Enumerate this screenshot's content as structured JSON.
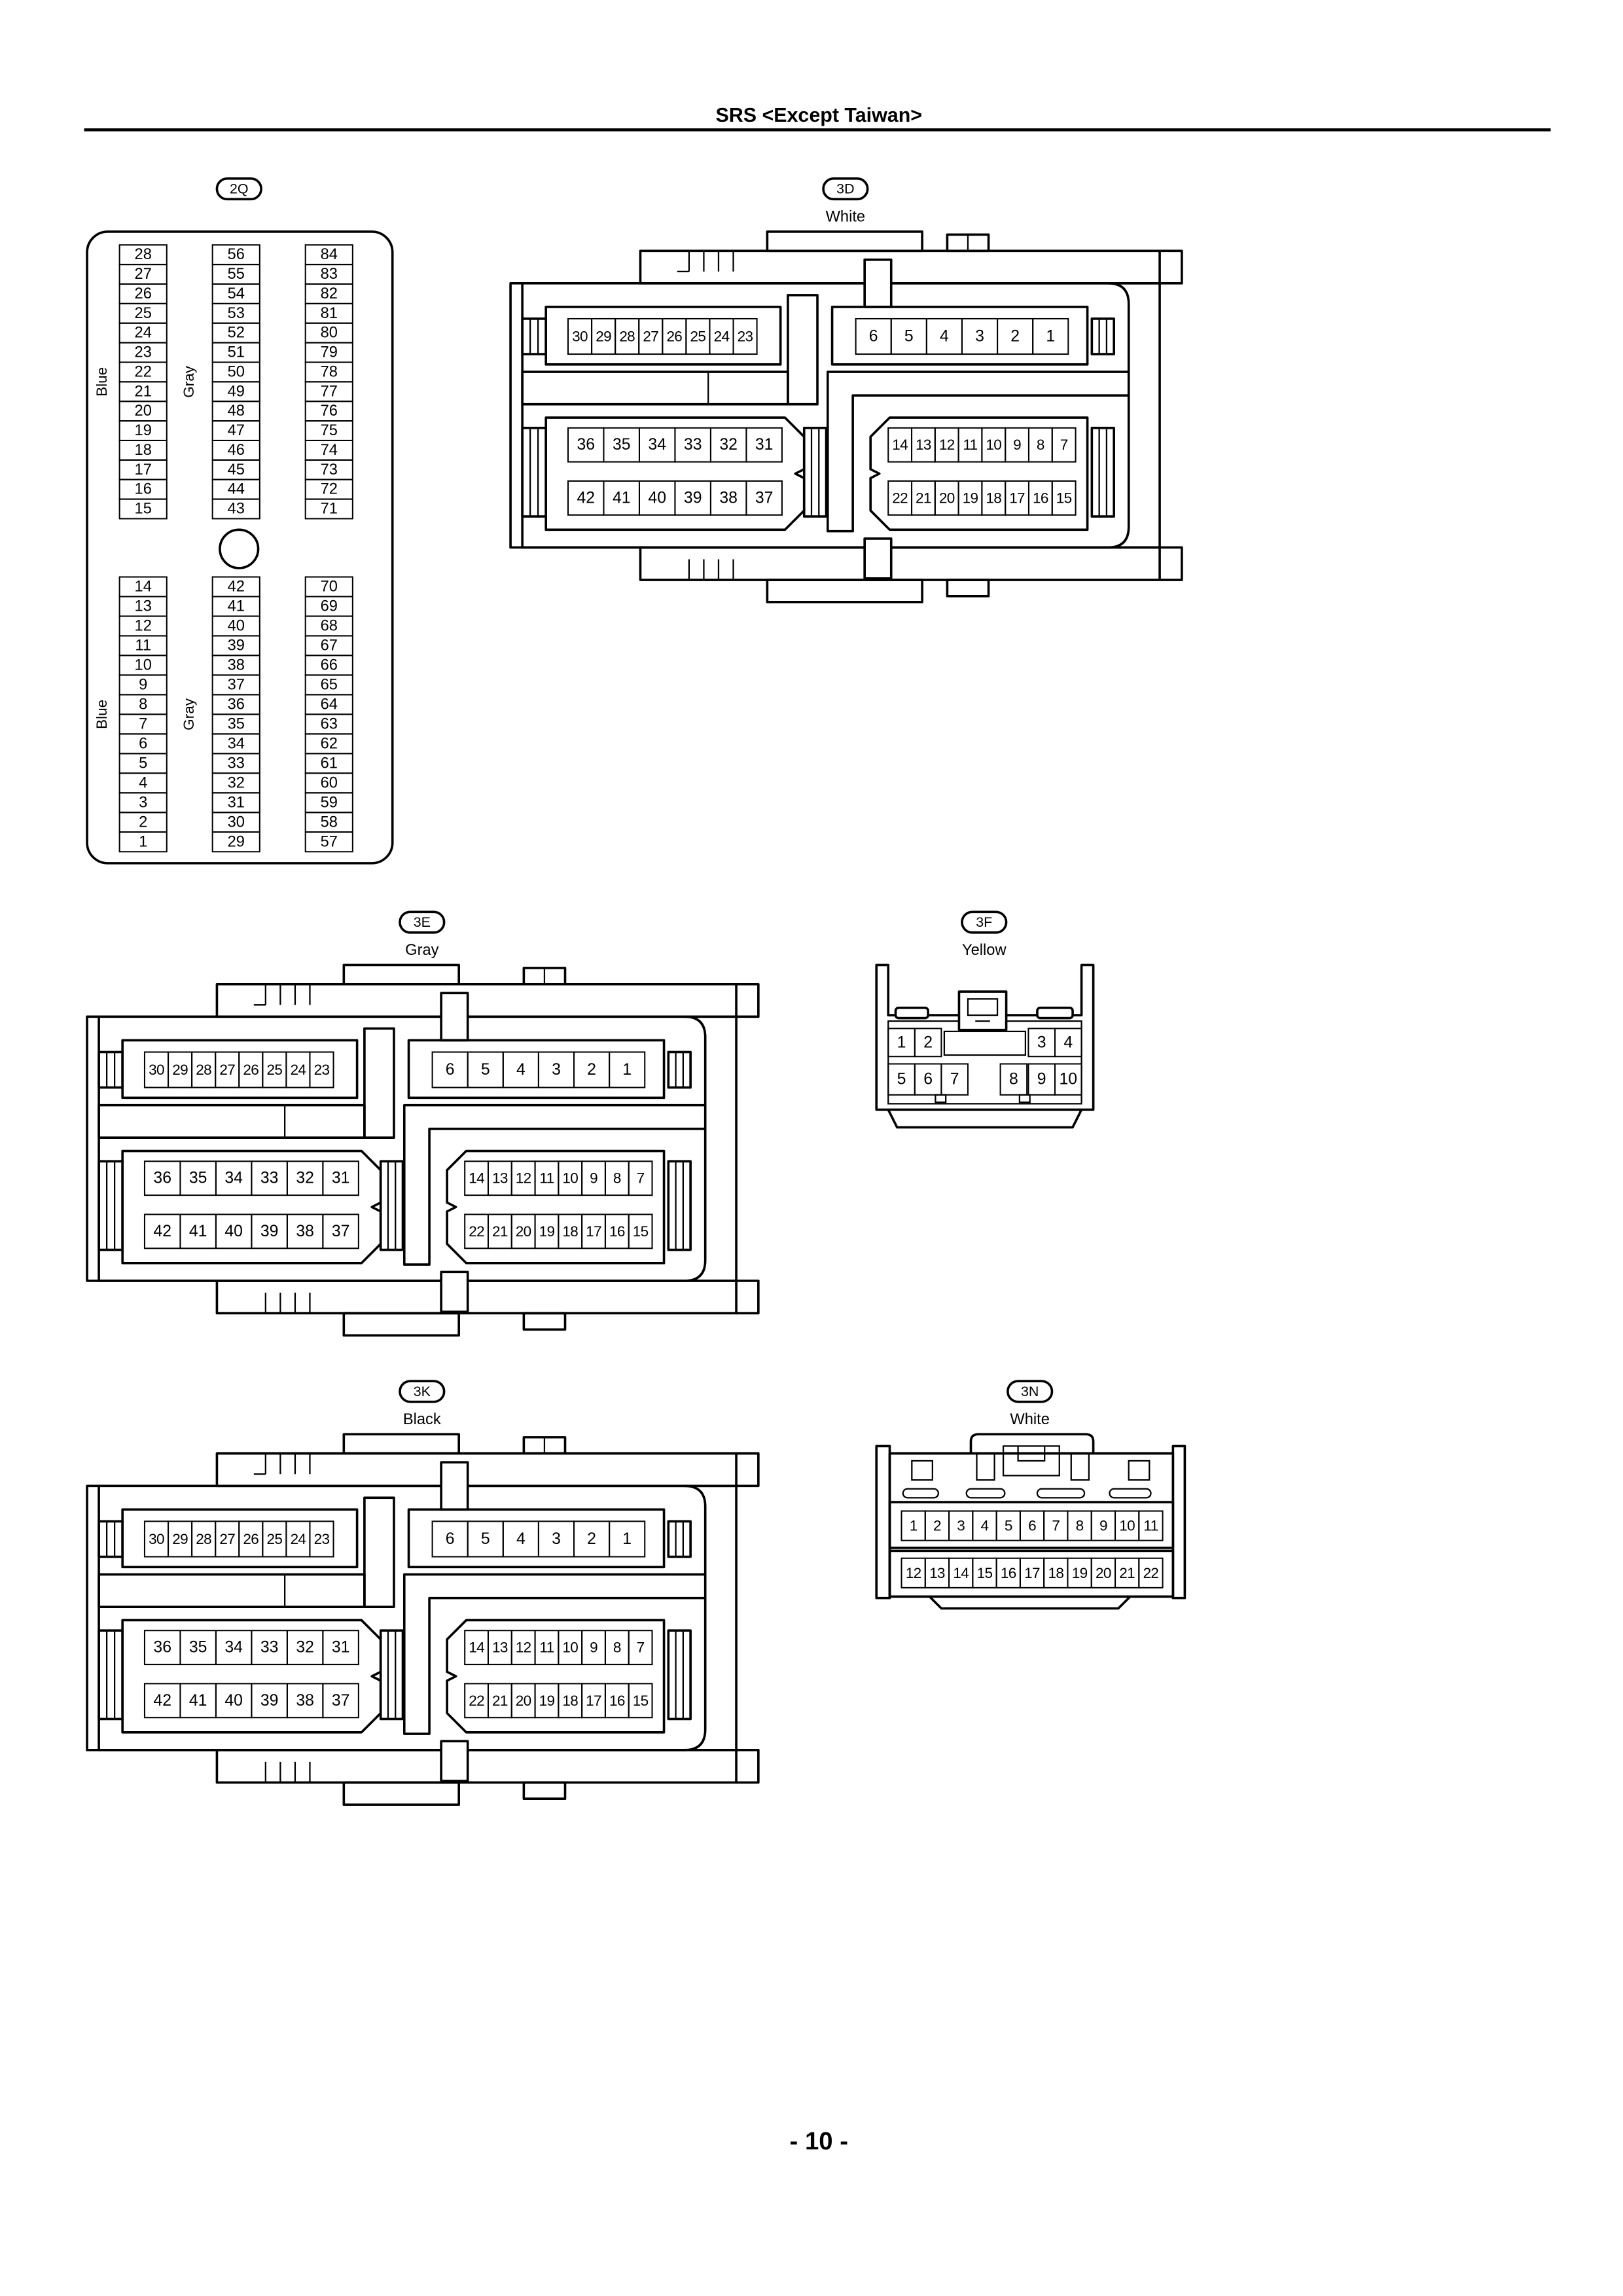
{
  "colors": {
    "ink": "#000000",
    "paper": "#ffffff"
  },
  "header": {
    "title": "SRS <Except Taiwan>"
  },
  "footer": {
    "page_number": "- 10 -"
  },
  "connectors": {
    "2Q": {
      "code": "2Q",
      "upper": {
        "labels": [
          "Blue",
          "Gray"
        ],
        "columns": [
          [
            "28",
            "27",
            "26",
            "25",
            "24",
            "23",
            "22",
            "21",
            "20",
            "19",
            "18",
            "17",
            "16",
            "15"
          ],
          [
            "56",
            "55",
            "54",
            "53",
            "52",
            "51",
            "50",
            "49",
            "48",
            "47",
            "46",
            "45",
            "44",
            "43"
          ],
          [
            "84",
            "83",
            "82",
            "81",
            "80",
            "79",
            "78",
            "77",
            "76",
            "75",
            "74",
            "73",
            "72",
            "71"
          ]
        ]
      },
      "lower": {
        "labels": [
          "Blue",
          "Gray"
        ],
        "columns": [
          [
            "14",
            "13",
            "12",
            "11",
            "10",
            "9",
            "8",
            "7",
            "6",
            "5",
            "4",
            "3",
            "2",
            "1"
          ],
          [
            "42",
            "41",
            "40",
            "39",
            "38",
            "37",
            "36",
            "35",
            "34",
            "33",
            "32",
            "31",
            "30",
            "29"
          ],
          [
            "70",
            "69",
            "68",
            "67",
            "66",
            "65",
            "64",
            "63",
            "62",
            "61",
            "60",
            "59",
            "58",
            "57"
          ]
        ]
      }
    },
    "3D": {
      "code": "3D",
      "color": "White",
      "top_left": [
        "30",
        "29",
        "28",
        "27",
        "26",
        "25",
        "24",
        "23"
      ],
      "top_right": [
        "6",
        "5",
        "4",
        "3",
        "2",
        "1"
      ],
      "lower_left": [
        [
          "36",
          "35",
          "34",
          "33",
          "32",
          "31"
        ],
        [
          "42",
          "41",
          "40",
          "39",
          "38",
          "37"
        ]
      ],
      "lower_right": [
        [
          "14",
          "13",
          "12",
          "11",
          "10",
          "9",
          "8",
          "7"
        ],
        [
          "22",
          "21",
          "20",
          "19",
          "18",
          "17",
          "16",
          "15"
        ]
      ]
    },
    "3E": {
      "code": "3E",
      "color": "Gray",
      "top_left": [
        "30",
        "29",
        "28",
        "27",
        "26",
        "25",
        "24",
        "23"
      ],
      "top_right": [
        "6",
        "5",
        "4",
        "3",
        "2",
        "1"
      ],
      "lower_left": [
        [
          "36",
          "35",
          "34",
          "33",
          "32",
          "31"
        ],
        [
          "42",
          "41",
          "40",
          "39",
          "38",
          "37"
        ]
      ],
      "lower_right": [
        [
          "14",
          "13",
          "12",
          "11",
          "10",
          "9",
          "8",
          "7"
        ],
        [
          "22",
          "21",
          "20",
          "19",
          "18",
          "17",
          "16",
          "15"
        ]
      ]
    },
    "3F": {
      "code": "3F",
      "color": "Yellow",
      "rows": [
        [
          "1",
          "2",
          "3",
          "4"
        ],
        [
          "5",
          "6",
          "7",
          "8",
          "9",
          "10"
        ]
      ]
    },
    "3K": {
      "code": "3K",
      "color": "Black",
      "top_left": [
        "30",
        "29",
        "28",
        "27",
        "26",
        "25",
        "24",
        "23"
      ],
      "top_right": [
        "6",
        "5",
        "4",
        "3",
        "2",
        "1"
      ],
      "lower_left": [
        [
          "36",
          "35",
          "34",
          "33",
          "32",
          "31"
        ],
        [
          "42",
          "41",
          "40",
          "39",
          "38",
          "37"
        ]
      ],
      "lower_right": [
        [
          "14",
          "13",
          "12",
          "11",
          "10",
          "9",
          "8",
          "7"
        ],
        [
          "22",
          "21",
          "20",
          "19",
          "18",
          "17",
          "16",
          "15"
        ]
      ]
    },
    "3N": {
      "code": "3N",
      "color": "White",
      "rows": [
        [
          "1",
          "2",
          "3",
          "4",
          "5",
          "6",
          "7",
          "8",
          "9",
          "10",
          "11"
        ],
        [
          "12",
          "13",
          "14",
          "15",
          "16",
          "17",
          "18",
          "19",
          "20",
          "21",
          "22"
        ]
      ]
    }
  }
}
